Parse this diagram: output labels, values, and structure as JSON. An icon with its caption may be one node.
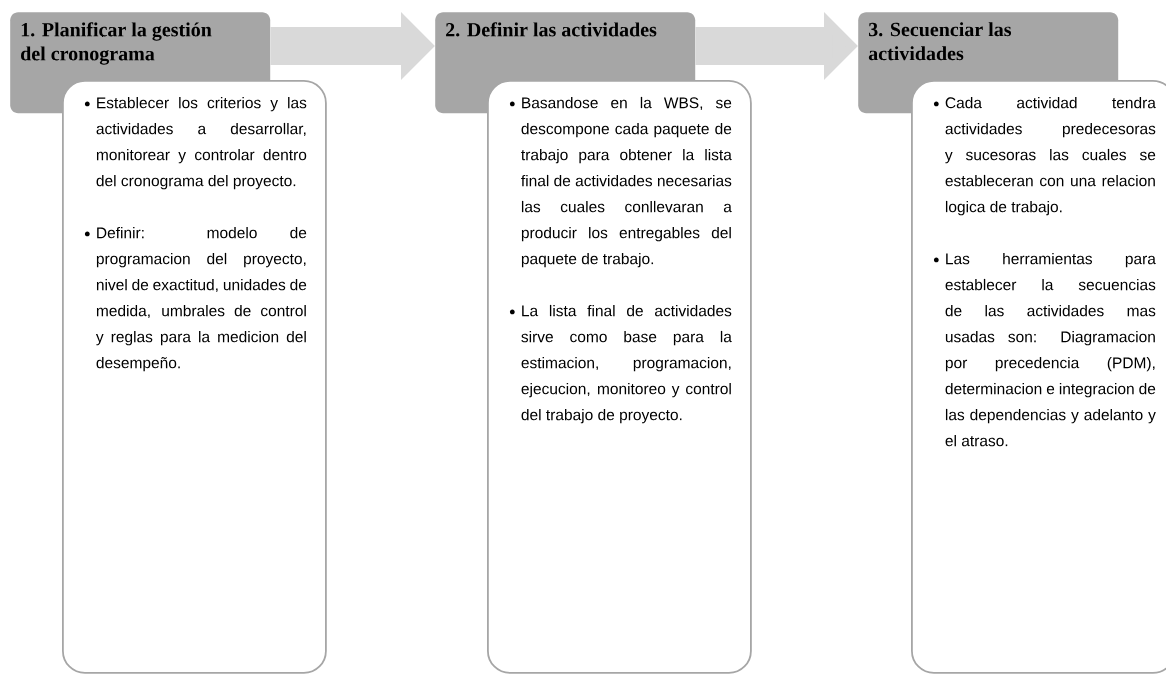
{
  "diagram": {
    "nodes": [
      {
        "text": [
          "1. Planificar la gestión del cronograma"
        ]
      },
      {
        "text": [
          "Establecer los criterios y las actividades a desarrollar, monitorear y controlar dentro del cronograma del proyecto.",
          "Definir: modelo de programacion del proyecto, nivel de exactitud, unidades de medida, umbrales de control y reglas para la medicion del desempeño."
        ]
      },
      {
        "text": [
          "2. Definir las actividades"
        ]
      },
      {
        "text": [
          "Basandose en la WBS, se descompone cada paquete de trabajo para obtener la lista final de actividades necesarias las cuales conllevaran a producir los entregables del paquete de trabajo.",
          "La lista final de actividades sirve como base para la estimacion, programacion, ejecucion, monitoreo y control del trabajo de proyecto."
        ]
      },
      {
        "text": [
          "3. Secuenciar las actividades"
        ]
      },
      {
        "text": [
          "Cada actividad tendra actividades predecesoras y sucesoras las cuales se estableceran con una relacion logica de trabajo.",
          "Las herramientas para establecer la secuencias de las actividades mas usadas son: Diagramacion por precedencia (PDM), determinacion e integracion de las dependencias y adelanto y el atraso."
        ]
      }
    ],
    "edges": [
      {
        "from": 0,
        "to": 2,
        "arrow": "to"
      },
      {
        "from": 2,
        "to": 4,
        "arrow": "to"
      }
    ]
  }
}
